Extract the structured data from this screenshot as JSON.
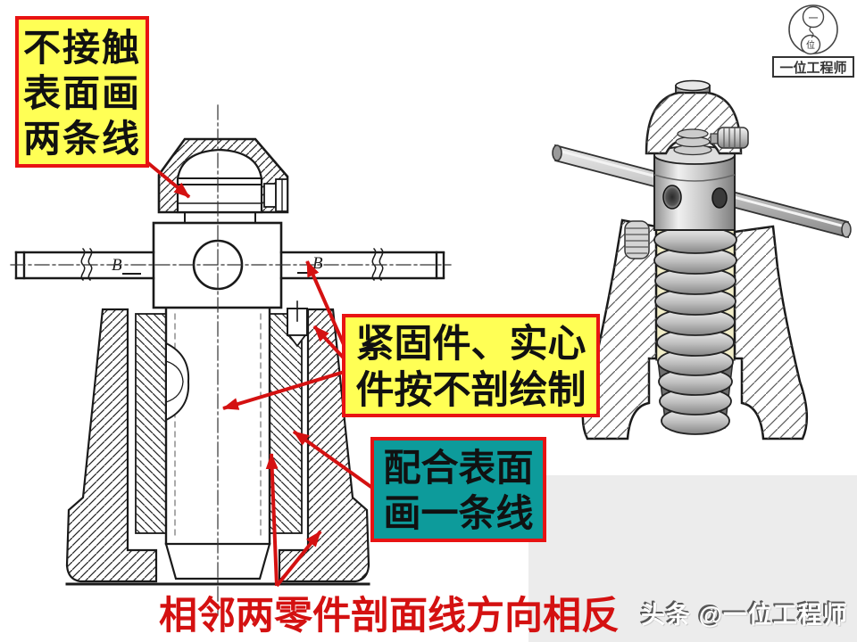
{
  "slide": {
    "annotations": {
      "non_contact": {
        "lines": [
          "不接触",
          "表面画",
          "两条线"
        ]
      },
      "fasteners": {
        "lines": [
          "紧固件、实心",
          "件按不剖绘制"
        ]
      },
      "mating": {
        "lines": [
          "配合表面",
          "画一条线"
        ]
      },
      "adjacent_hatching": "相邻两零件剖面线方向相反"
    },
    "drawing": {
      "handle_label_left": "B",
      "handle_label_right": "B"
    },
    "logo": {
      "circle_top": "一",
      "circle_bottom": "位",
      "label": "一位工程师"
    },
    "watermark": "头条 @一位工程师",
    "colors": {
      "highlight_yellow": "#ffff55",
      "highlight_teal": "#0d9b9b",
      "annotation_red": "#d41111",
      "border_red": "#e81313",
      "footer_gray": "#ececec",
      "nut_cream": "#f1edc8"
    }
  }
}
